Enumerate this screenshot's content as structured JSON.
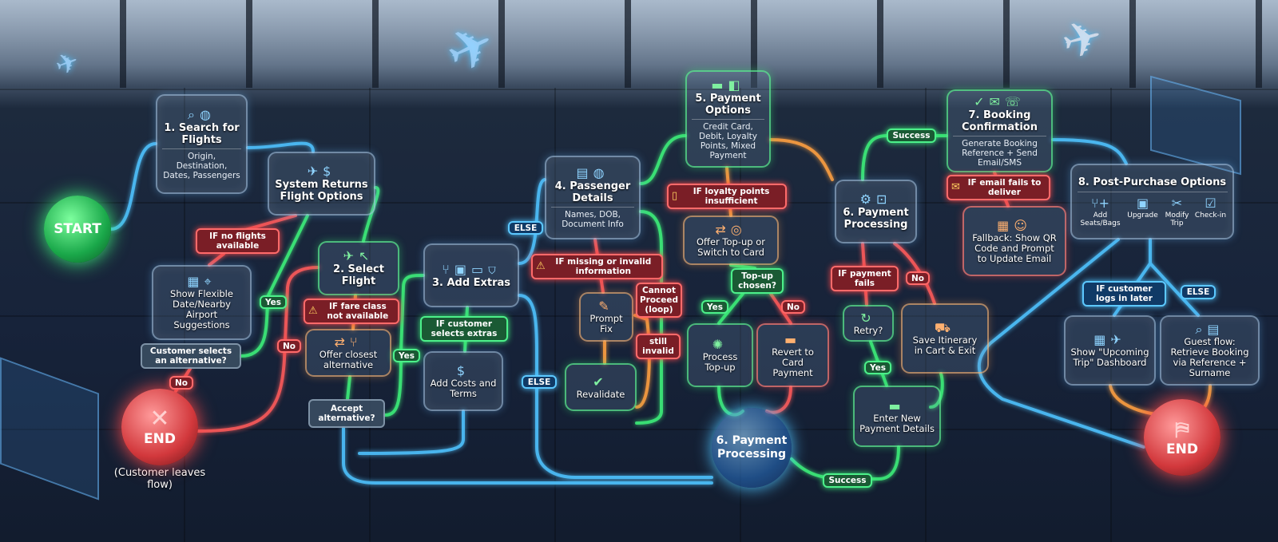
{
  "colors": {
    "flow_blue": "#4fc3ff",
    "success_green": "#3ef07a",
    "error_red": "#ff5a5a",
    "warning_orange": "#ffa040"
  },
  "terminals": {
    "start": {
      "label": "START"
    },
    "end_left": {
      "label": "END",
      "caption": "(Customer leaves flow)"
    },
    "payment_hub": {
      "label": "6. Payment Processing"
    },
    "end_right": {
      "label": "END"
    }
  },
  "steps": {
    "search": {
      "title": "1. Search for Flights",
      "subtitle": "Origin, Destination, Dates, Passengers",
      "icons": [
        "search-icon",
        "globe-icon"
      ]
    },
    "system_returns": {
      "title": "System Returns Flight Options",
      "icons": [
        "plane-icon",
        "price-tag-icon"
      ]
    },
    "flexible": {
      "title": "Show Flexible Date/Nearby Airport Suggestions",
      "icons": [
        "calendar-icon",
        "map-icon"
      ]
    },
    "select_flight": {
      "title": "2. Select Flight",
      "icons": [
        "plane-cursor-icon"
      ]
    },
    "offer_closest": {
      "title": "Offer closest alternative",
      "icons": [
        "swap-icon",
        "seat-icon"
      ]
    },
    "add_extras": {
      "title": "3. Add Extras",
      "icons": [
        "seat-icon",
        "bag-icon",
        "ticket-icon",
        "shield-icon"
      ]
    },
    "add_costs": {
      "title": "Add Costs and Terms",
      "icons": [
        "invoice-icon"
      ]
    },
    "passenger": {
      "title": "4. Passenger Details",
      "subtitle": "Names, DOB, Document Info",
      "icons": [
        "id-card-icon",
        "passport-icon"
      ]
    },
    "prompt_fix": {
      "title": "Prompt Fix",
      "icons": [
        "pencil-icon"
      ]
    },
    "revalidate": {
      "title": "Revalidate",
      "icons": [
        "check-icon"
      ]
    },
    "payment_options": {
      "title": "5. Payment Options",
      "subtitle": "Credit Card, Debit, Loyalty Points, Mixed Payment",
      "icons": [
        "credit-card-icon",
        "wallet-icon"
      ]
    },
    "offer_topup": {
      "title": "Offer Top-up or Switch to Card",
      "icons": [
        "swap-icon",
        "coins-icon"
      ]
    },
    "process_topup": {
      "title": "Process Top-up",
      "icons": [
        "spinner-icon"
      ]
    },
    "revert_card": {
      "title": "Revert to Card Payment",
      "icons": [
        "credit-card-icon"
      ]
    },
    "payment_processing": {
      "title": "6. Payment Processing",
      "icons": [
        "gear-icon",
        "lock-icon"
      ]
    },
    "retry": {
      "title": "Retry?",
      "icons": [
        "refresh-icon"
      ]
    },
    "save_itinerary": {
      "title": "Save Itinerary in Cart & Exit",
      "icons": [
        "cart-icon"
      ]
    },
    "enter_payment": {
      "title": "Enter New Payment Details",
      "icons": [
        "credit-card-icon"
      ]
    },
    "booking_confirmation": {
      "title": "7. Booking Confirmation",
      "subtitle": "Generate Booking Reference + Send Email/SMS",
      "icons": [
        "check-circle-icon",
        "mail-icon",
        "sms-icon"
      ]
    },
    "fallback": {
      "title": "Fallback: Show QR Code and Prompt to Update Email",
      "icons": [
        "qr-code-icon",
        "user-icon"
      ]
    },
    "post_purchase": {
      "title": "8. Post-Purchase Options",
      "items": [
        {
          "label": "Add Seats/Bags",
          "icon": "seat-plus-icon"
        },
        {
          "label": "Upgrade",
          "icon": "bag-icon"
        },
        {
          "label": "Modify Trip",
          "icon": "tools-icon"
        },
        {
          "label": "Check-in",
          "icon": "checkbox-icon"
        }
      ]
    },
    "upcoming_trip": {
      "title": "Show \"Upcoming Trip\" Dashboard",
      "icons": [
        "calendar-plane-icon"
      ]
    },
    "guest_flow": {
      "title": "Guest flow: Retrieve Booking via Reference + Surname",
      "icons": [
        "search-icon",
        "document-icon"
      ]
    }
  },
  "labels": {
    "no_flights": {
      "text": "IF no flights available"
    },
    "customer_selects_alt": {
      "text": "Customer selects an alternative?"
    },
    "no_1": {
      "text": "No"
    },
    "yes_1": {
      "text": "Yes"
    },
    "no_2": {
      "text": "No"
    },
    "fare_class": {
      "text": "IF fare class not available",
      "icon": "warning-icon"
    },
    "accept_alt": {
      "text": "Accept alternative?"
    },
    "yes_2": {
      "text": "Yes"
    },
    "selects_extras": {
      "text": "IF customer selects extras"
    },
    "else_1": {
      "text": "ELSE"
    },
    "else_2": {
      "text": "ELSE"
    },
    "missing_info": {
      "text": "IF missing or invalid information",
      "icon": "warning-icon"
    },
    "cannot_proceed": {
      "text": "Cannot Proceed (loop)"
    },
    "still_invalid": {
      "text": "still invalid"
    },
    "loyalty_insufficient": {
      "text": "IF loyalty points insufficient",
      "icon": "battery-low-icon"
    },
    "topup_chosen": {
      "text": "Top-up chosen?"
    },
    "yes_3": {
      "text": "Yes"
    },
    "no_3": {
      "text": "No"
    },
    "payment_fails": {
      "text": "IF payment fails"
    },
    "no_4": {
      "text": "No"
    },
    "yes_4": {
      "text": "Yes"
    },
    "success_1": {
      "text": "Success"
    },
    "success_2": {
      "text": "Success"
    },
    "email_fails": {
      "text": "IF email fails to deliver",
      "icon": "mail-error-icon"
    },
    "logs_in_later": {
      "text": "IF customer logs in later"
    },
    "else_3": {
      "text": "ELSE"
    }
  }
}
